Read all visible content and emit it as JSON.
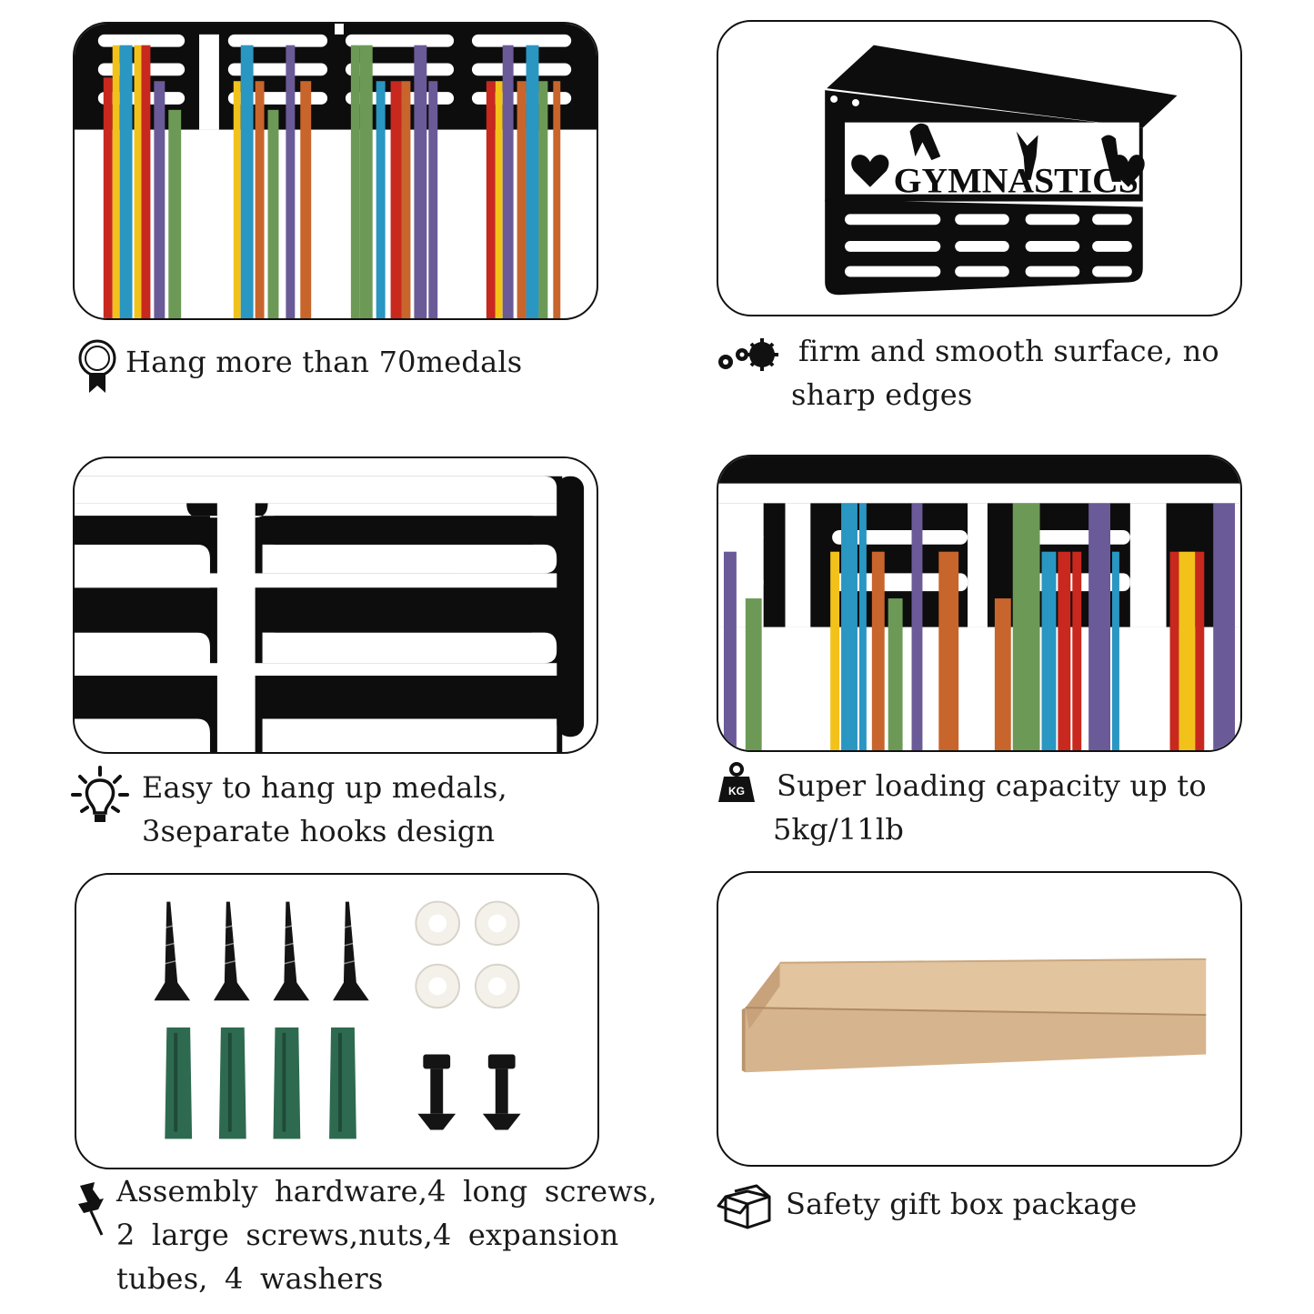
{
  "panels": {
    "rack_with_ribbons": {
      "caption": "Hang more than 70medals",
      "icon": "medal-icon"
    },
    "product_3d": {
      "caption_line1": "firm and smooth surface, no",
      "caption_line2": "sharp edges",
      "icon": "gears-icon",
      "sign_text": "GYMNASTICS"
    },
    "hooks_closeup": {
      "caption_line1": "Easy to hang up medals,",
      "caption_line2": "3separate hooks design",
      "icon": "lightbulb-icon"
    },
    "loaded_rack": {
      "caption_line1": "Super loading capacity  up to",
      "caption_line2": "5kg/11lb",
      "icon": "weight-icon",
      "weight_label": "KG"
    },
    "hardware": {
      "caption_line1": "Assembly hardware,4 long screws,",
      "caption_line2": "2 large screws,nuts,4 expansion",
      "caption_line3": "tubes,  4 washers",
      "icon": "pushpin-icon"
    },
    "gift_box": {
      "caption": "Safety gift box package",
      "icon": "box-icon"
    }
  },
  "colors": {
    "rack": "#0d0d0d",
    "ribbon_red": "#c8281e",
    "ribbon_yellow": "#f2c21b",
    "ribbon_blue": "#2a96c2",
    "ribbon_purple": "#6b5a98",
    "ribbon_green": "#6c9a56",
    "ribbon_orange": "#c8652c",
    "anchor_green": "#2e6a50",
    "box_kraft": "#d6b48e"
  }
}
